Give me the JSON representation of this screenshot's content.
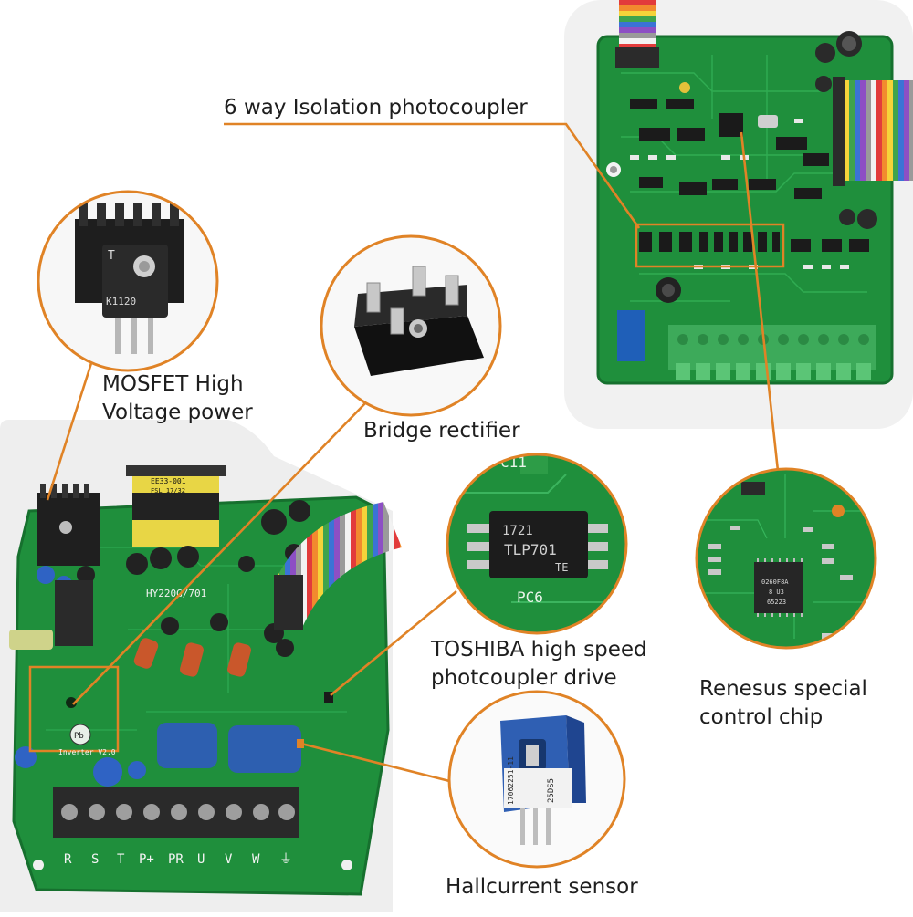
{
  "labels": {
    "isolation_photocoupler": "6 way Isolation photocoupler",
    "mosfet_line1": "MOSFET High",
    "mosfet_line2": "Voltage power",
    "bridge_rectifier": "Bridge rectifier",
    "toshiba_line1": "TOSHIBA high speed",
    "toshiba_line2": "photcoupler drive",
    "renesas_line1": "Renesus special",
    "renesas_line2": "control chip",
    "hall_sensor": "Hallcurrent sensor"
  },
  "board_text": {
    "model": "HY220G/701",
    "version": "Inverter V2.0",
    "transformer_line1": "EE33-001",
    "transformer_line2": "FSL 17/32",
    "pb_mark": "Pb",
    "terminals": [
      "R",
      "S",
      "T",
      "P+",
      "PR",
      "U",
      "V",
      "W",
      "⏚"
    ]
  },
  "component_text": {
    "mosfet_part": "K1120",
    "mosfet_logo": "T",
    "photocoupler_date": "1721",
    "photocoupler_part": "TLP701",
    "photocoupler_suffix": "TE",
    "silk_pc6": "PC6",
    "silk_c11": "C11",
    "chip_line1": "0260F8A",
    "chip_line2": "8 U3",
    "chip_line3": "65223",
    "hall_serial": "17062251-11",
    "hall_model": "25DS5"
  },
  "colors": {
    "callout": "#e08326",
    "pcb_green": "#1f8f3c",
    "terminal_green": "#3daa5a",
    "hall_blue": "#2d5fb0",
    "label_text": "#1e1e1e"
  }
}
